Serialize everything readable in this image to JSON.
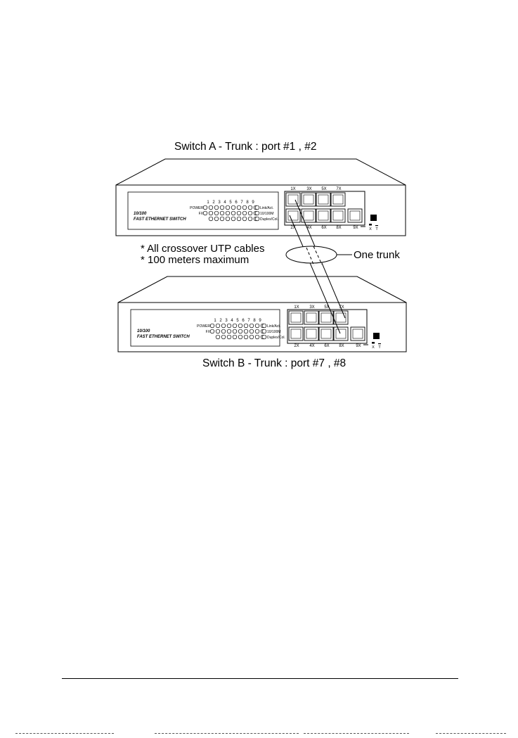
{
  "switch_a": {
    "title": "Switch A - Trunk : port #1 , #2",
    "model_line1": "10/100",
    "model_line2": "FAST ETHERNET SWITCH"
  },
  "switch_b": {
    "title": "Switch B - Trunk : port #7 , #8",
    "model_line1": "10/100",
    "model_line2": "FAST ETHERNET SWITCH"
  },
  "led_labels": {
    "numbers": [
      "1",
      "2",
      "3",
      "4",
      "5",
      "6",
      "7",
      "8",
      "9"
    ],
    "power": "POWER",
    "fx": "FX",
    "link_act": "Link/Act.",
    "speed": "10/100M",
    "duplex": "Duplex/Col."
  },
  "ports": {
    "top_row": [
      "1X",
      "3X",
      "5X",
      "7X"
    ],
    "bottom_row": [
      "2X",
      "4X",
      "6X",
      "8X"
    ],
    "uplink": "9X",
    "switch_x": "X",
    "switch_t": "T"
  },
  "notes": {
    "line1": "* All crossover UTP cables",
    "line2": "* 100 meters maximum"
  },
  "trunk_label": "One trunk"
}
